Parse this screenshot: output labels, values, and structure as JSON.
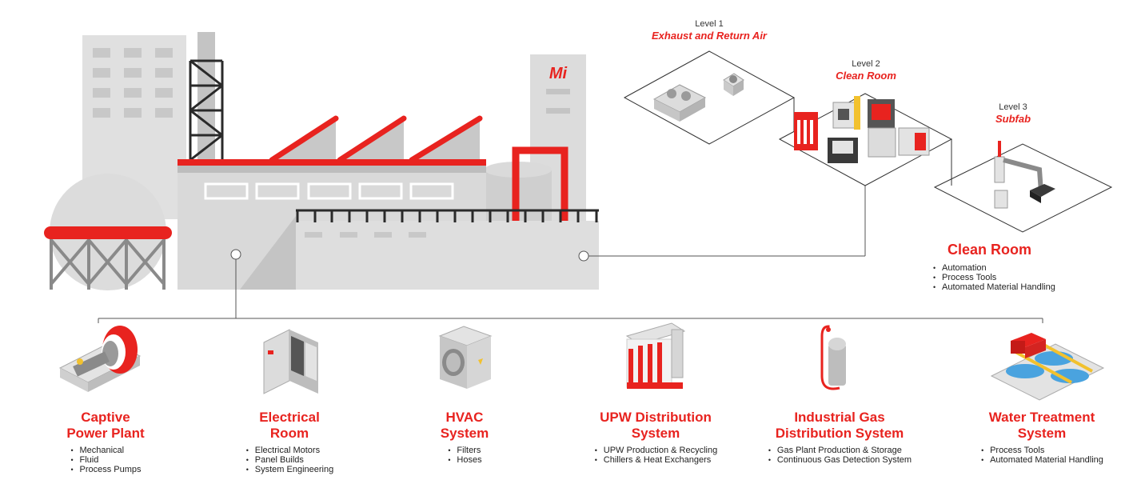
{
  "levels": [
    {
      "num": "Level 1",
      "name": "Exhaust and Return Air"
    },
    {
      "num": "Level 2",
      "name": "Clean Room"
    },
    {
      "num": "Level 3",
      "name": "Subfab"
    }
  ],
  "logo_text": "Mi",
  "clean_room": {
    "title": "Clean Room",
    "items": [
      "Automation",
      "Process Tools",
      "Automated Material Handling"
    ]
  },
  "systems": [
    {
      "title_line1": "Captive",
      "title_line2": "Power Plant",
      "items": [
        "Mechanical",
        "Fluid",
        "Process Pumps"
      ],
      "icon": "generator-icon"
    },
    {
      "title_line1": "Electrical",
      "title_line2": "Room",
      "items": [
        "Electrical Motors",
        "Panel Builds",
        "System Engineering"
      ],
      "icon": "electrical-panel-icon"
    },
    {
      "title_line1": "HVAC",
      "title_line2": "System",
      "items": [
        "Filters",
        "Hoses"
      ],
      "icon": "hvac-unit-icon"
    },
    {
      "title_line1": "UPW Distribution",
      "title_line2": "System",
      "items": [
        "UPW Production & Recycling",
        "Chillers & Heat Exchangers"
      ],
      "icon": "upw-manifold-icon"
    },
    {
      "title_line1": "Industrial Gas",
      "title_line2": "Distribution System",
      "items": [
        "Gas Plant Production & Storage",
        "Continuous Gas Detection System"
      ],
      "icon": "gas-tank-icon"
    },
    {
      "title_line1": "Water Treatment",
      "title_line2": "System",
      "items": [
        "Process Tools",
        "Automated Material Handling"
      ],
      "icon": "water-treatment-icon"
    }
  ],
  "colors": {
    "accent": "#e8231f",
    "light_gray": "#dcdcdc",
    "mid_gray": "#c6c6c6",
    "dark": "#333333"
  }
}
